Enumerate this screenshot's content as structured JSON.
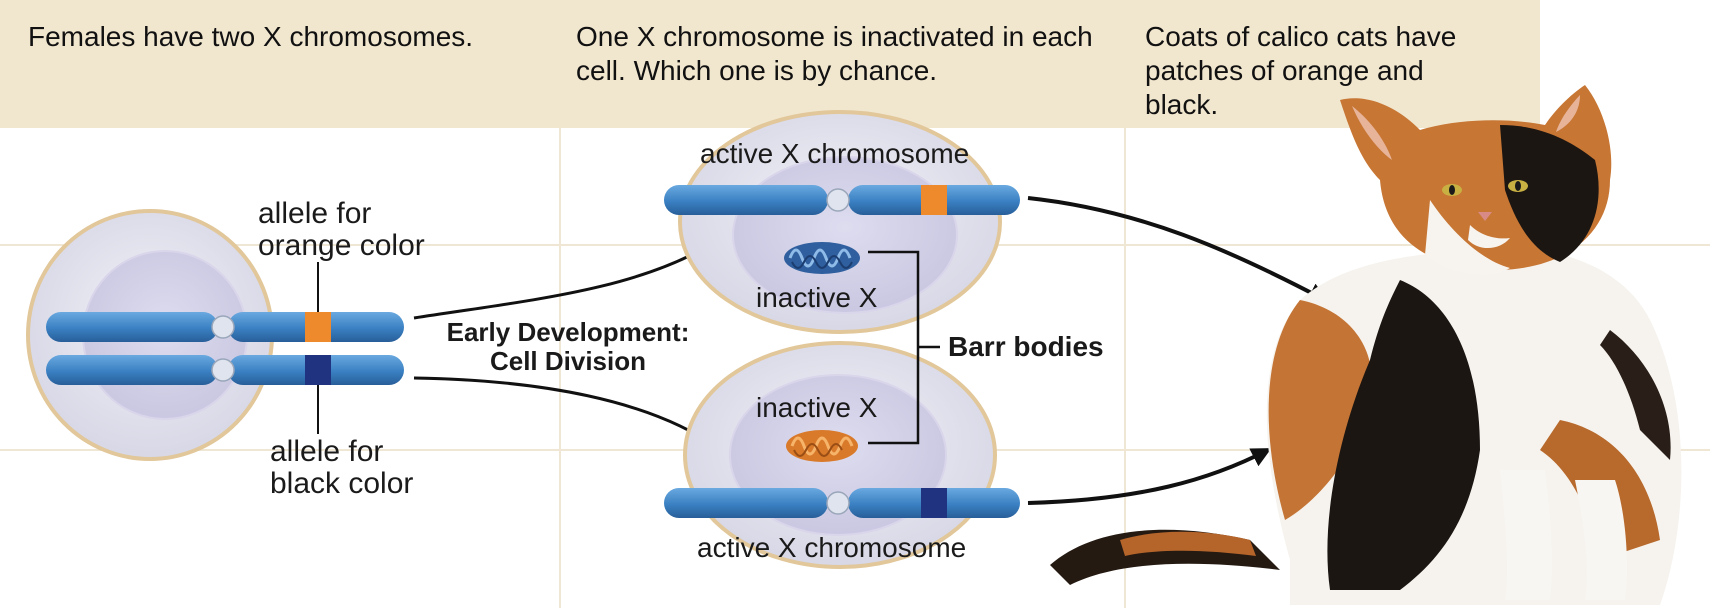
{
  "captions": {
    "col1": "Females have two X chromosomes.",
    "col2": "One X chromosome is inactivated in each cell. Which one is by chance.",
    "col3": "Coats of calico cats have patches of orange and black."
  },
  "labels": {
    "allele_orange": [
      "allele for",
      "orange color"
    ],
    "allele_black": [
      "allele for",
      "black color"
    ],
    "process": [
      "Early Development:",
      "Cell Division"
    ],
    "active_top": "active X chromosome",
    "inactive_top": "inactive X",
    "inactive_bottom": "inactive X",
    "active_bottom": "active X chromosome",
    "barr_bodies": "Barr bodies"
  },
  "colors": {
    "header_bg": "#f1e6ce",
    "chromosome_blue": "#3d84c4",
    "orange_allele": "#ef8a2c",
    "black_allele": "#1f3380",
    "cell_fill": "#e4e4ef",
    "cell_border": "#e1c79a"
  }
}
